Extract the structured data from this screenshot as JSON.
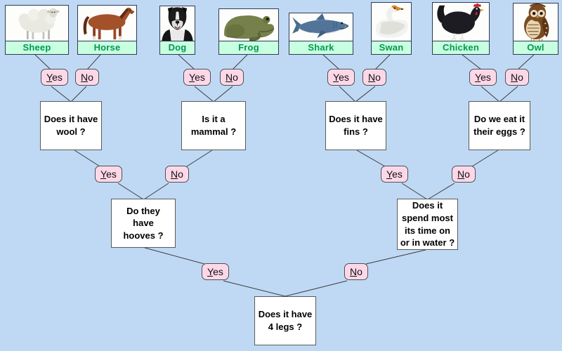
{
  "answers": {
    "yes": "Yes",
    "no": "No"
  },
  "animals": [
    {
      "name": "Sheep"
    },
    {
      "name": "Horse"
    },
    {
      "name": "Dog"
    },
    {
      "name": "Frog"
    },
    {
      "name": "Shark"
    },
    {
      "name": "Swan"
    },
    {
      "name": "Chicken"
    },
    {
      "name": "Owl"
    }
  ],
  "questions": [
    {
      "text": "Does it have\nwool ?"
    },
    {
      "text": "Is it a\nmammal ?"
    },
    {
      "text": "Does it have\nfins ?"
    },
    {
      "text": "Do we eat it\ntheir eggs ?"
    },
    {
      "text": "Do they\nhave\nhooves ?"
    },
    {
      "text": "Does it\nspend most\nits time on\nor in water ?"
    },
    {
      "text": "Does it have\n4 legs ?"
    }
  ],
  "colors": {
    "background": "#BFD9F4",
    "card_border": "#2E3A54",
    "animal_label_background": "#C9FFE1",
    "animal_label_text": "#009950",
    "answer_background": "#FCD7E7",
    "answer_border": "#4D4D4D",
    "question_background": "#FFFFFF",
    "question_border": "#5A5A5A",
    "connector_line": "#3C3C3C"
  }
}
